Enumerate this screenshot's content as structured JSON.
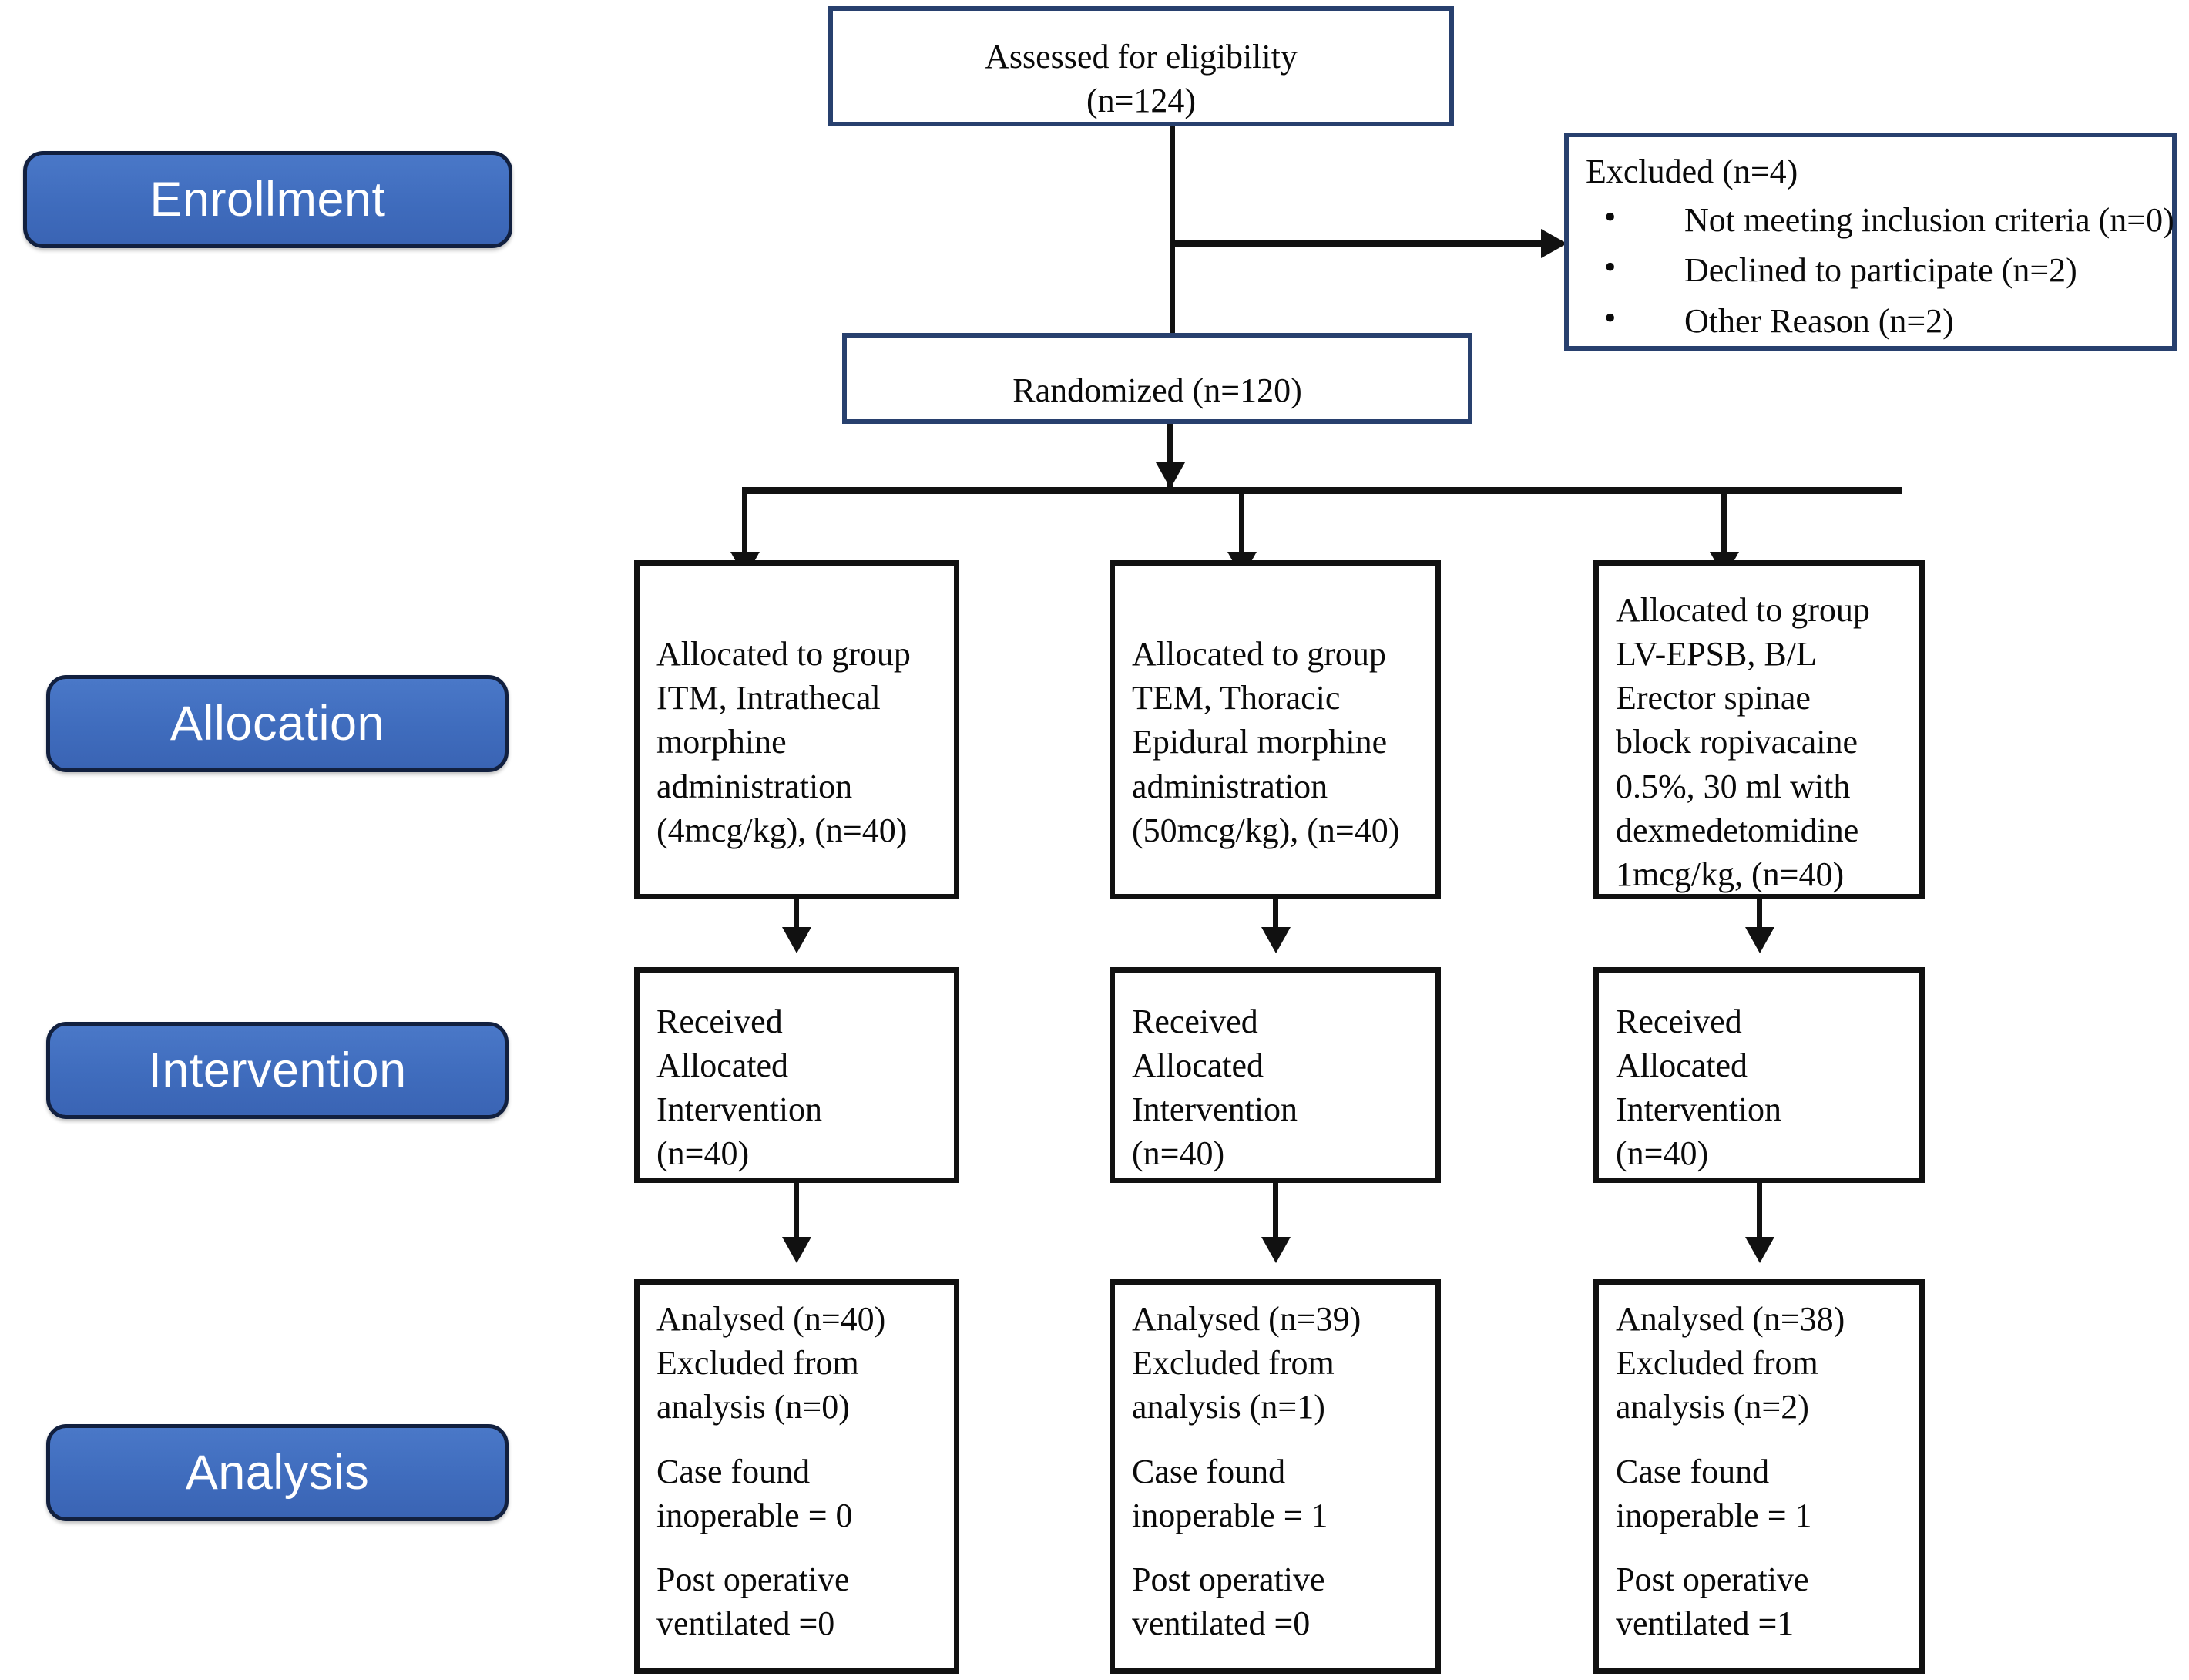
{
  "diagram": {
    "title": "CONSORT participant flow diagram",
    "accent_color": "#4472C4",
    "accent_border_color": "#12203F",
    "box_border_navy": "#28406E",
    "box_border_dark": "#111111"
  },
  "stages": [
    {
      "label": "Enrollment"
    },
    {
      "label": "Allocation"
    },
    {
      "label": "Intervention"
    },
    {
      "label": "Analysis"
    }
  ],
  "enrollment": {
    "assessed": {
      "line1": "Assessed for eligibility",
      "line2": "(n=124)"
    },
    "excluded": {
      "heading": "Excluded (n=4)",
      "reasons": [
        "Not meeting inclusion criteria (n=0)",
        "Declined to participate (n=2)",
        "Other Reason (n=2)"
      ]
    },
    "randomized": {
      "line1": "Randomized (n=120)"
    }
  },
  "allocation": [
    {
      "lines": [
        "Allocated to group",
        "ITM, Intrathecal",
        "morphine",
        "administration",
        "(4mcg/kg), (n=40)"
      ]
    },
    {
      "lines": [
        "Allocated to group",
        "TEM, Thoracic",
        "Epidural morphine",
        "administration",
        "(50mcg/kg), (n=40)"
      ]
    },
    {
      "lines": [
        "Allocated to group",
        "LV-EPSB, B/L",
        "Erector spinae",
        "block ropivacaine",
        "0.5%, 30 ml with",
        "dexmedetomidine",
        "1mcg/kg, (n=40)"
      ]
    }
  ],
  "intervention": [
    {
      "lines": [
        "Received",
        "Allocated",
        "Intervention",
        "(n=40)"
      ]
    },
    {
      "lines": [
        "Received",
        "Allocated",
        "Intervention",
        "(n=40)"
      ]
    },
    {
      "lines": [
        "Received",
        "Allocated",
        "Intervention",
        "(n=40)"
      ]
    }
  ],
  "analysis": [
    {
      "lines": [
        "Analysed (n=40)",
        "Excluded from",
        "analysis (n=0)",
        "",
        "Case found",
        "inoperable = 0",
        "",
        "Post operative",
        "ventilated =0"
      ]
    },
    {
      "lines": [
        "Analysed (n=39)",
        "Excluded from",
        "analysis (n=1)",
        "",
        "Case found",
        "inoperable = 1",
        "",
        "Post operative",
        "ventilated =0"
      ]
    },
    {
      "lines": [
        "Analysed (n=38)",
        "Excluded from",
        "analysis (n=2)",
        "",
        "Case found",
        "inoperable = 1",
        "",
        "Post operative",
        "ventilated =1"
      ]
    }
  ]
}
